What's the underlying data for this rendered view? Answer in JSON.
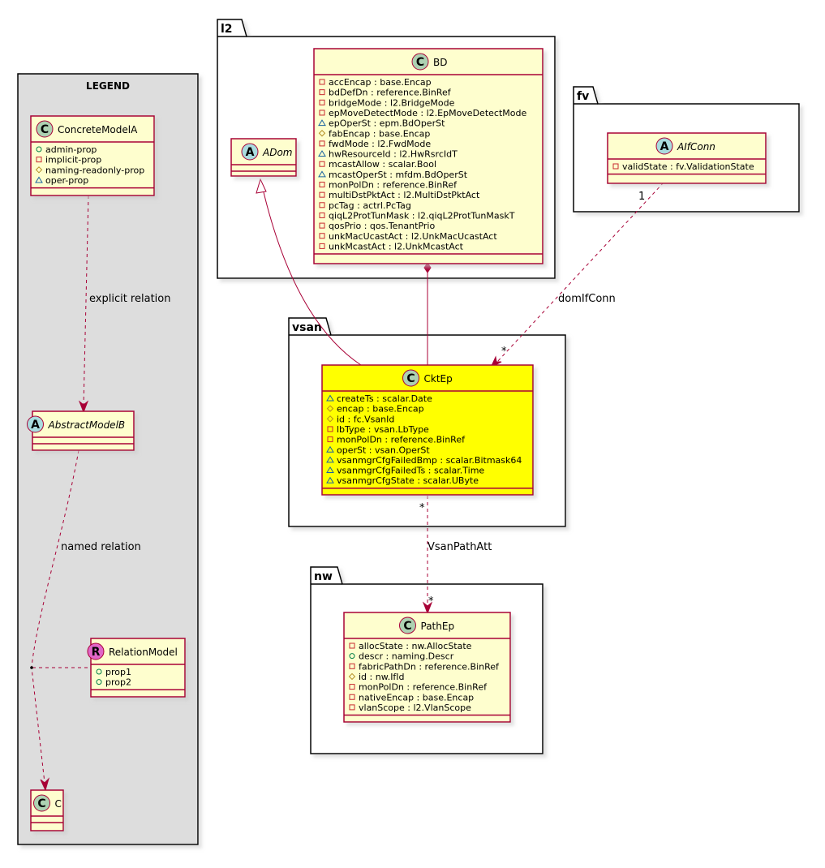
{
  "legend": {
    "title": "LEGEND",
    "concrete_model": {
      "name": "ConcreteModelA",
      "stereotype": "C",
      "attrs": [
        {
          "vis": "+",
          "text": "admin-prop"
        },
        {
          "vis": "-",
          "text": "implicit-prop"
        },
        {
          "vis": "#",
          "text": "naming-readonly-prop"
        },
        {
          "vis": "~",
          "text": "oper-prop"
        }
      ]
    },
    "abstract_model": {
      "name": "AbstractModelB",
      "stereotype": "A"
    },
    "relation_model": {
      "name": "RelationModel",
      "stereotype": "R",
      "attrs": [
        {
          "vis": "+",
          "text": "prop1"
        },
        {
          "vis": "+",
          "text": "prop2"
        }
      ]
    },
    "c_model": {
      "name": "C",
      "stereotype": "C"
    },
    "explicit_relation_label": "explicit relation",
    "named_relation_label": "named relation"
  },
  "packages": {
    "l2": "l2",
    "fv": "fv",
    "vsan": "vsan",
    "nw": "nw"
  },
  "classes": {
    "BD": {
      "name": "BD",
      "stereotype": "C",
      "attrs": [
        {
          "vis": "-",
          "text": "accEncap : base.Encap"
        },
        {
          "vis": "-",
          "text": "bdDefDn : reference.BinRef"
        },
        {
          "vis": "-",
          "text": "bridgeMode : l2.BridgeMode"
        },
        {
          "vis": "-",
          "text": "epMoveDetectMode : l2.EpMoveDetectMode"
        },
        {
          "vis": "~",
          "text": "epOperSt : epm.BdOperSt"
        },
        {
          "vis": "#",
          "text": "fabEncap : base.Encap"
        },
        {
          "vis": "-",
          "text": "fwdMode : l2.FwdMode"
        },
        {
          "vis": "~",
          "text": "hwResourceId : l2.HwRsrcIdT"
        },
        {
          "vis": "-",
          "text": "mcastAllow : scalar.Bool"
        },
        {
          "vis": "~",
          "text": "mcastOperSt : mfdm.BdOperSt"
        },
        {
          "vis": "-",
          "text": "monPolDn : reference.BinRef"
        },
        {
          "vis": "-",
          "text": "multiDstPktAct : l2.MultiDstPktAct"
        },
        {
          "vis": "-",
          "text": "pcTag : actrl.PcTag"
        },
        {
          "vis": "-",
          "text": "qiqL2ProtTunMask : l2.qiqL2ProtTunMaskT"
        },
        {
          "vis": "-",
          "text": "qosPrio : qos.TenantPrio"
        },
        {
          "vis": "-",
          "text": "unkMacUcastAct : l2.UnkMacUcastAct"
        },
        {
          "vis": "-",
          "text": "unkMcastAct : l2.UnkMcastAct"
        }
      ]
    },
    "ADom": {
      "name": "ADom",
      "stereotype": "A"
    },
    "AIfConn": {
      "name": "AIfConn",
      "stereotype": "A",
      "attrs": [
        {
          "vis": "-",
          "text": "validState : fv.ValidationState"
        }
      ]
    },
    "CktEp": {
      "name": "CktEp",
      "stereotype": "C",
      "attrs": [
        {
          "vis": "~",
          "text": "createTs : scalar.Date"
        },
        {
          "vis": "#",
          "text": "encap : base.Encap"
        },
        {
          "vis": "#",
          "text": "id : fc.VsanId"
        },
        {
          "vis": "-",
          "text": "lbType : vsan.LbType"
        },
        {
          "vis": "-",
          "text": "monPolDn : reference.BinRef"
        },
        {
          "vis": "~",
          "text": "operSt : vsan.OperSt"
        },
        {
          "vis": "~",
          "text": "vsanmgrCfgFailedBmp : scalar.Bitmask64"
        },
        {
          "vis": "~",
          "text": "vsanmgrCfgFailedTs : scalar.Time"
        },
        {
          "vis": "~",
          "text": "vsanmgrCfgState : scalar.UByte"
        }
      ]
    },
    "PathEp": {
      "name": "PathEp",
      "stereotype": "C",
      "attrs": [
        {
          "vis": "-",
          "text": "allocState : nw.AllocState"
        },
        {
          "vis": "+",
          "text": "descr : naming.Descr"
        },
        {
          "vis": "-",
          "text": "fabricPathDn : reference.BinRef"
        },
        {
          "vis": "#",
          "text": "id : nw.IfId"
        },
        {
          "vis": "-",
          "text": "monPolDn : reference.BinRef"
        },
        {
          "vis": "-",
          "text": "nativeEncap : base.Encap"
        },
        {
          "vis": "-",
          "text": "vlanScope : l2.VlanScope"
        }
      ]
    }
  },
  "relations": {
    "domIfConn": {
      "label": "domIfConn",
      "from_mult": "1",
      "to_mult": "*"
    },
    "VsanPathAtt": {
      "label": "VsanPathAtt",
      "from_mult": "*",
      "to_mult": "*"
    }
  },
  "colors": {
    "class_fill": "#FEFECE",
    "highlight_fill": "#FFFF00",
    "border": "#A80036",
    "legend_fill": "#DDDDDD",
    "stereo_C": "#ADD1B2",
    "stereo_A": "#A9DCDF",
    "stereo_R": "#E066C8"
  }
}
